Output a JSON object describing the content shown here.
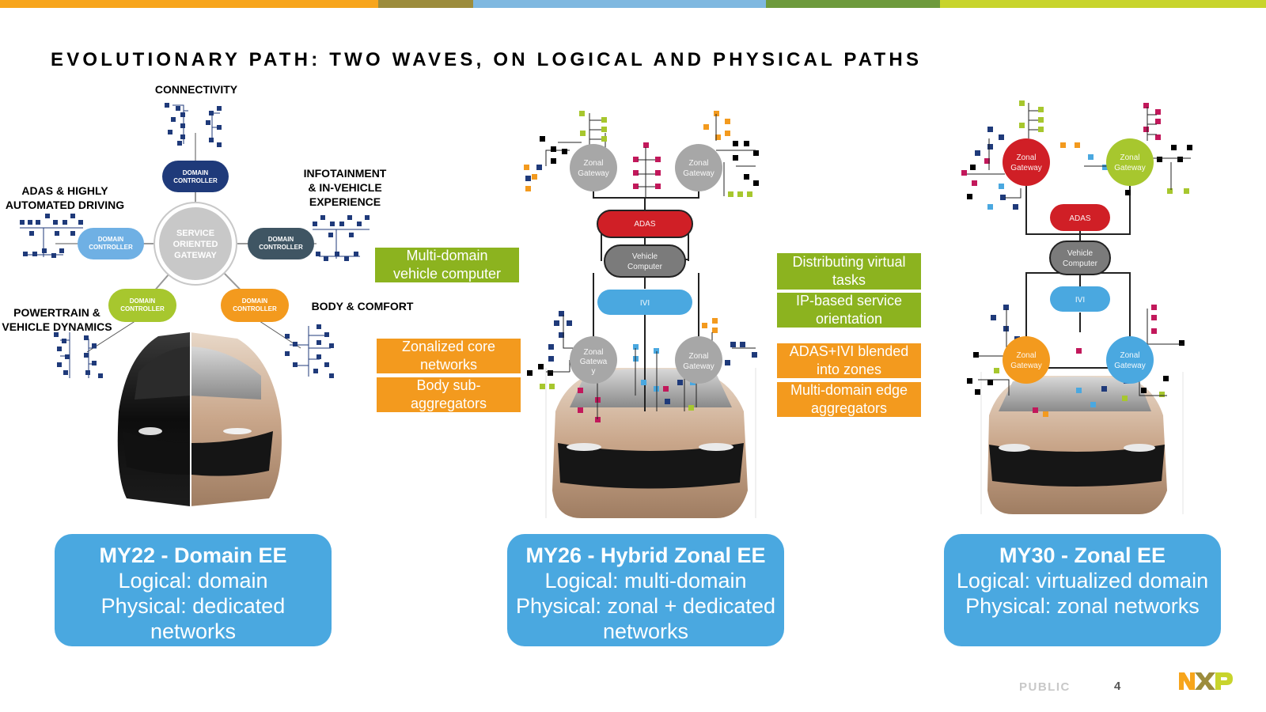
{
  "slide": {
    "title": "EVOLUTIONARY PATH: TWO WAVES, ON LOGICAL AND PHYSICAL PATHS",
    "top_bar_colors": [
      "#f7a51c",
      "#9c8c3c",
      "#7fb8e0",
      "#6e9a3c",
      "#c8d42c"
    ]
  },
  "domain_diagram": {
    "center": [
      "SERVICE",
      "ORIENTED",
      "GATEWAY"
    ],
    "controller_lines": [
      "DOMAIN",
      "CONTROLLER"
    ],
    "labels": {
      "connectivity": "CONNECTIVITY",
      "infotainment": [
        "INFOTAINMENT",
        "& IN-VEHICLE",
        "EXPERIENCE"
      ],
      "adas": [
        "ADAS & HIGHLY",
        "AUTOMATED DRIVING"
      ],
      "powertrain": [
        "POWERTRAIN &",
        "VEHICLE DYNAMICS"
      ],
      "body": "BODY & COMFORT"
    },
    "colors": {
      "navy": "#1f3a7a",
      "lightblue": "#6fb0e4",
      "slate": "#3f5563",
      "lime": "#a7c72e",
      "orange": "#f39a1e",
      "center": "#c8c8c8"
    }
  },
  "hybrid_diagram": {
    "zonal_gateway": [
      "Zonal",
      "Gateway"
    ],
    "zonal_gateway_wrapped": [
      "Zonal",
      "Gatewa",
      "y"
    ],
    "adas": "ADAS",
    "vehicle_computer": [
      "Vehicle",
      "Computer"
    ],
    "ivi": "IVI"
  },
  "zonal_diagram": {
    "zonal_gateway": [
      "Zonal",
      "Gateway"
    ],
    "adas": "ADAS",
    "vehicle_computer": [
      "Vehicle",
      "Computer"
    ],
    "ivi": "IVI"
  },
  "tags": {
    "multi_domain": [
      "Multi-domain",
      "vehicle computer"
    ],
    "zonalized_core": [
      "Zonalized core",
      "networks"
    ],
    "body_sub": [
      "Body sub-",
      "aggregators"
    ],
    "distributing": [
      "Distributing virtual",
      "tasks"
    ],
    "ip_based": [
      "IP-based service",
      "orientation"
    ],
    "adas_ivi": [
      "ADAS+IVI blended",
      "into zones"
    ],
    "edge": [
      "Multi-domain edge",
      "aggregators"
    ]
  },
  "cards": [
    {
      "title": "MY22 - Domain EE",
      "lines": [
        "Logical: domain",
        "Physical: dedicated",
        "networks"
      ]
    },
    {
      "title": "MY26 - Hybrid Zonal EE",
      "lines": [
        "Logical: multi-domain",
        "Physical: zonal + dedicated",
        "networks"
      ]
    },
    {
      "title": "MY30 - Zonal EE",
      "lines": [
        "Logical: virtualized domain",
        "Physical: zonal networks"
      ]
    }
  ],
  "footer": {
    "classification": "PUBLIC",
    "page": "4",
    "logo": "NXP"
  }
}
